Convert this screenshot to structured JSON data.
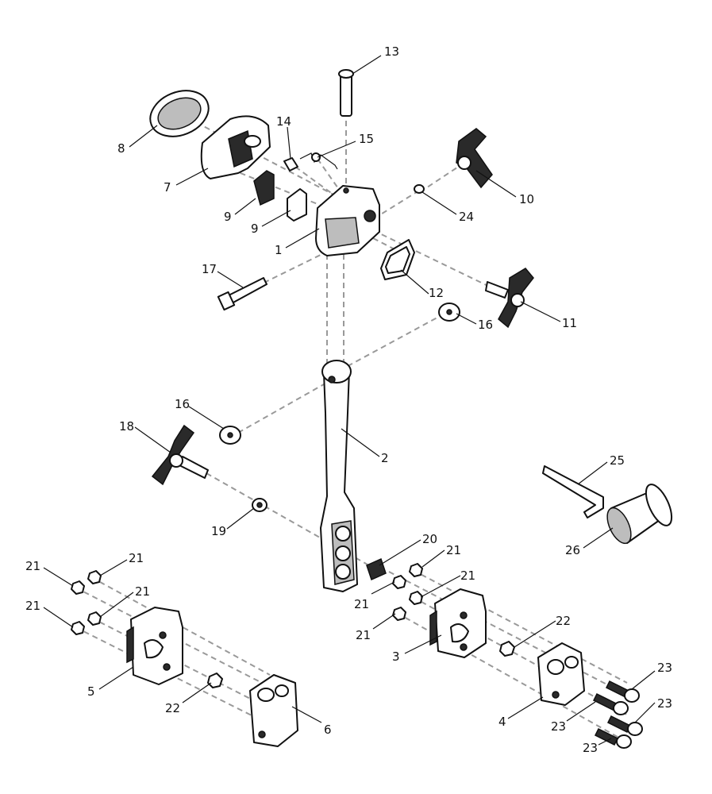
{
  "callouts": [
    {
      "id": "c13",
      "text": "13"
    },
    {
      "id": "c14",
      "text": "14"
    },
    {
      "id": "c15",
      "text": "15"
    },
    {
      "id": "c8",
      "text": "8"
    },
    {
      "id": "c7",
      "text": "7"
    },
    {
      "id": "c9a",
      "text": "9"
    },
    {
      "id": "c9b",
      "text": "9"
    },
    {
      "id": "c1",
      "text": "1"
    },
    {
      "id": "c10",
      "text": "10"
    },
    {
      "id": "c24",
      "text": "24"
    },
    {
      "id": "c17",
      "text": "17"
    },
    {
      "id": "c12",
      "text": "12"
    },
    {
      "id": "c11",
      "text": "11"
    },
    {
      "id": "c16a",
      "text": "16"
    },
    {
      "id": "c16b",
      "text": "16"
    },
    {
      "id": "c18",
      "text": "18"
    },
    {
      "id": "c2",
      "text": "2"
    },
    {
      "id": "c25",
      "text": "25"
    },
    {
      "id": "c19",
      "text": "19"
    },
    {
      "id": "c26",
      "text": "26"
    },
    {
      "id": "c20",
      "text": "20"
    },
    {
      "id": "c21a",
      "text": "21"
    },
    {
      "id": "c21b",
      "text": "21"
    },
    {
      "id": "c21c",
      "text": "21"
    },
    {
      "id": "c21d",
      "text": "21"
    },
    {
      "id": "c21e",
      "text": "21"
    },
    {
      "id": "c21f",
      "text": "21"
    },
    {
      "id": "c21g",
      "text": "21"
    },
    {
      "id": "c21h",
      "text": "21"
    },
    {
      "id": "c22a",
      "text": "22"
    },
    {
      "id": "c22b",
      "text": "22"
    },
    {
      "id": "c3",
      "text": "3"
    },
    {
      "id": "c5",
      "text": "5"
    },
    {
      "id": "c6",
      "text": "6"
    },
    {
      "id": "c4",
      "text": "4"
    },
    {
      "id": "c23a",
      "text": "23"
    },
    {
      "id": "c23b",
      "text": "23"
    },
    {
      "id": "c23c",
      "text": "23"
    },
    {
      "id": "c23d",
      "text": "23"
    }
  ]
}
